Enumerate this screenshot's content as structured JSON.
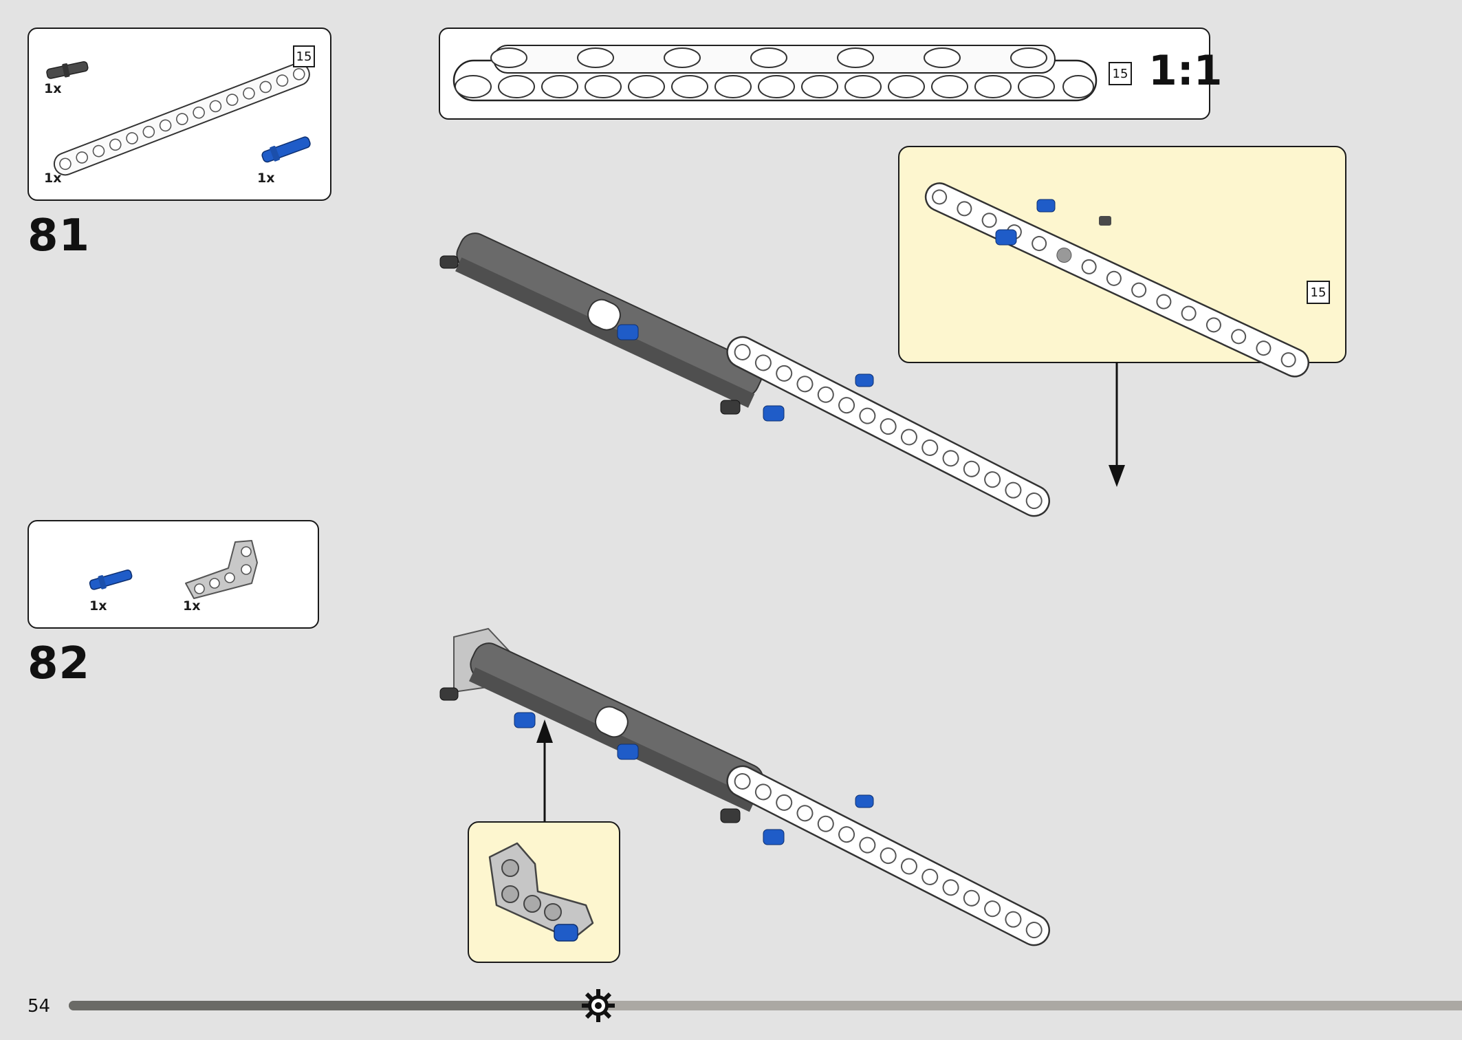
{
  "step81": {
    "number": "81",
    "parts": [
      {
        "part": "gray-pin",
        "qty": "1x"
      },
      {
        "part": "white-beam-15",
        "qty": "1x",
        "length": "15"
      },
      {
        "part": "blue-pin",
        "qty": "1x"
      }
    ]
  },
  "scale_view": {
    "length": "15",
    "ratio": "1:1"
  },
  "callout81": {
    "length": "15"
  },
  "step82": {
    "number": "82",
    "parts": [
      {
        "part": "blue-pin",
        "qty": "1x"
      },
      {
        "part": "gray-angled-beam",
        "qty": "1x"
      }
    ]
  },
  "footer": {
    "page": "54",
    "progress": 0.38
  }
}
